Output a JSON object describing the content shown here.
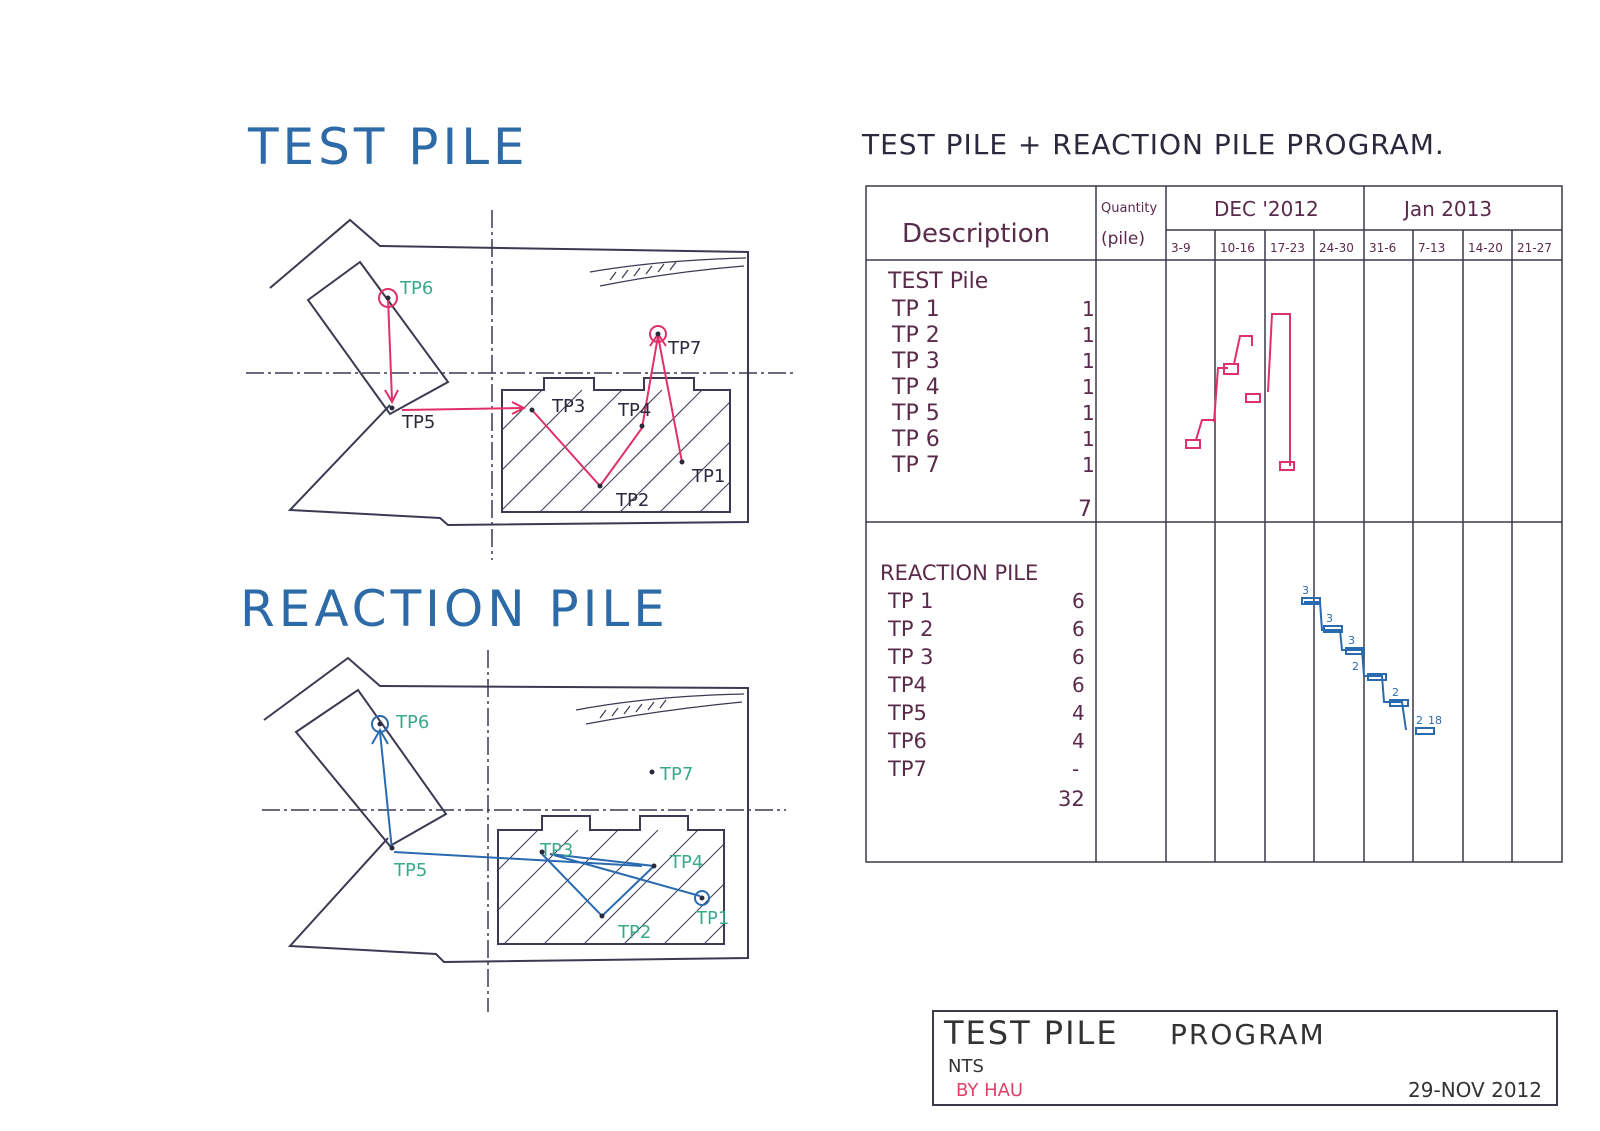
{
  "titles": {
    "test_pile": "TEST PILE",
    "reaction_pile": "REACTION PILE",
    "program": "TEST PILE + REACTION PILE PROGRAM."
  },
  "plans": {
    "test": {
      "labels": [
        "TP6",
        "TP7",
        "TP5",
        "TP3",
        "TP4",
        "TP1",
        "TP2"
      ],
      "color": "#e0306a"
    },
    "reaction": {
      "labels": [
        "TP6",
        "TP7",
        "TP5",
        "TP3",
        "TP4",
        "TP1",
        "TP2"
      ],
      "color": "#2a6ab0"
    }
  },
  "schedule": {
    "headers": {
      "description": "Description",
      "quantity": "Quantity",
      "pile": "(pile)",
      "month1": "DEC '2012",
      "month2": "Jan 2013"
    },
    "weeks": [
      "3-9",
      "10-16",
      "17-23",
      "24-30",
      "31-6",
      "7-13",
      "14-20",
      "21-27"
    ],
    "test_section": {
      "heading": "TEST Pile",
      "rows": [
        {
          "name": "TP 1",
          "qty": "1"
        },
        {
          "name": "TP 2",
          "qty": "1"
        },
        {
          "name": "TP 3",
          "qty": "1"
        },
        {
          "name": "TP 4",
          "qty": "1"
        },
        {
          "name": "TP 5",
          "qty": "1"
        },
        {
          "name": "TP 6",
          "qty": "1"
        },
        {
          "name": "TP 7",
          "qty": "1"
        }
      ],
      "total": "7"
    },
    "reaction_section": {
      "heading": "REACTION PILE",
      "rows": [
        {
          "name": "TP 1",
          "qty": "6"
        },
        {
          "name": "TP 2",
          "qty": "6"
        },
        {
          "name": "TP 3",
          "qty": "6"
        },
        {
          "name": "TP4",
          "qty": "6"
        },
        {
          "name": "TP5",
          "qty": "4"
        },
        {
          "name": "TP6",
          "qty": "4"
        },
        {
          "name": "TP7",
          "qty": "-"
        }
      ],
      "total": "32",
      "bar_labels": [
        "3",
        "3",
        "3",
        "2",
        "2",
        "2",
        "18"
      ]
    }
  },
  "title_block": {
    "title": "TEST PILE",
    "program": "PROGRAM",
    "scale": "NTS",
    "by": "BY HAU",
    "date": "29-NOV 2012"
  },
  "colors": {
    "ink": "#2b2a3c",
    "test_accent": "#e0306a",
    "reaction_accent": "#2a6ab0",
    "label_green": "#3aa88a",
    "title_blue": "#2d6aa8"
  }
}
